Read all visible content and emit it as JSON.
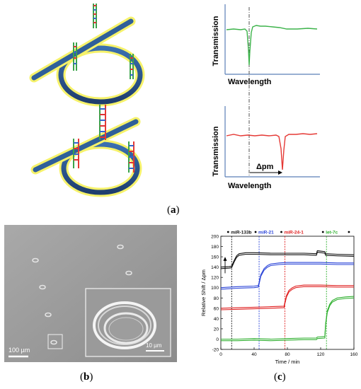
{
  "panel_a": {
    "caption_letter": "a",
    "top_spectrum": {
      "ylabel": "Transmission",
      "xlabel": "Wavelength",
      "color": "#3cb34a"
    },
    "bottom_spectrum": {
      "ylabel": "Transmission",
      "xlabel": "Wavelength",
      "shift_label": "Δpm",
      "color": "#e53935"
    }
  },
  "panel_b": {
    "caption_letter": "b",
    "scalebar_main": "100 µm",
    "scalebar_inset": "10 µm"
  },
  "panel_c": {
    "caption_letter": "c",
    "markers": [
      {
        "label": "miR-133b",
        "color": "#111111",
        "x": 13
      },
      {
        "label": "miR-21",
        "color": "#2a44d8",
        "x": 46
      },
      {
        "label": "miR-24-1",
        "color": "#e02020",
        "x": 77
      },
      {
        "label": "let-7c",
        "color": "#2fb02f",
        "x": 127
      }
    ]
  },
  "chart_data": {
    "type": "line",
    "title": "",
    "xlabel": "Time / min",
    "ylabel": "Relative Shift / Δpm",
    "xlim": [
      0,
      160
    ],
    "ylim": [
      -20,
      200
    ],
    "xticks": [
      0,
      40,
      80,
      120,
      160
    ],
    "yticks": [
      -20,
      0,
      20,
      40,
      60,
      80,
      100,
      120,
      140,
      160,
      180,
      200
    ],
    "series": [
      {
        "name": "miR-133b",
        "color": "#111111",
        "x": [
          0,
          10,
          13,
          16,
          19,
          22,
          30,
          40,
          60,
          80,
          100,
          115,
          116,
          125,
          126,
          140,
          160
        ],
        "y": [
          140,
          141,
          142,
          153,
          162,
          166,
          168,
          168,
          167,
          167,
          167,
          166,
          172,
          170,
          166,
          165,
          164
        ]
      },
      {
        "name": "miR-21",
        "color": "#2a44d8",
        "x": [
          0,
          20,
          40,
          45,
          46,
          48,
          52,
          56,
          60,
          70,
          80,
          100,
          120,
          140,
          160
        ],
        "y": [
          100,
          102,
          103,
          104,
          110,
          125,
          137,
          143,
          146,
          148,
          149,
          149,
          149,
          148,
          148
        ]
      },
      {
        "name": "miR-24-1",
        "color": "#e02020",
        "x": [
          0,
          20,
          40,
          60,
          76,
          77,
          79,
          82,
          86,
          90,
          95,
          100,
          120,
          140,
          160
        ],
        "y": [
          60,
          61,
          62,
          63,
          64,
          72,
          85,
          95,
          100,
          103,
          104,
          105,
          105,
          104,
          104
        ]
      },
      {
        "name": "let-7c",
        "color": "#2fb02f",
        "x": [
          0,
          20,
          40,
          60,
          80,
          100,
          115,
          116,
          125,
          126,
          128,
          131,
          134,
          140,
          150,
          160
        ],
        "y": [
          0,
          0,
          1,
          0,
          1,
          2,
          2,
          4,
          5,
          30,
          55,
          68,
          75,
          80,
          82,
          83
        ]
      }
    ]
  }
}
